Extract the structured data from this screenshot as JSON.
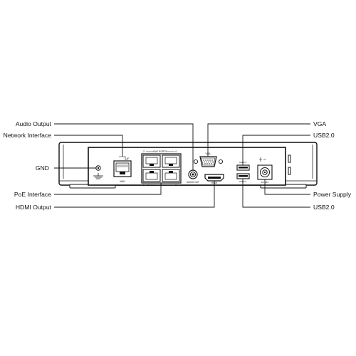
{
  "callouts": {
    "audio_output": "Audio Output",
    "network_interface": "Network Interface",
    "gnd": "GND",
    "poe_interface": "PoE Interface",
    "hdmi_output": "HDMI Output",
    "vga": "VGA",
    "usb_top": "USB2.0",
    "power_supply": "Power Supply",
    "usb_bottom": "USB2.0"
  },
  "panel_labels": {
    "poe_ports": "PoE PORTS",
    "wan": "WAN",
    "audio_out": "AUDIO OUT",
    "hdmi": "HDMI",
    "usb_top": "USB2.0",
    "usb_bottom": "USB2.0",
    "dc_in": "DC 48V",
    "vga": "VGA",
    "port_1": "1",
    "port_2": "2",
    "port_3": "3",
    "port_4": "4",
    "poe_spec": "802.3af/at"
  }
}
